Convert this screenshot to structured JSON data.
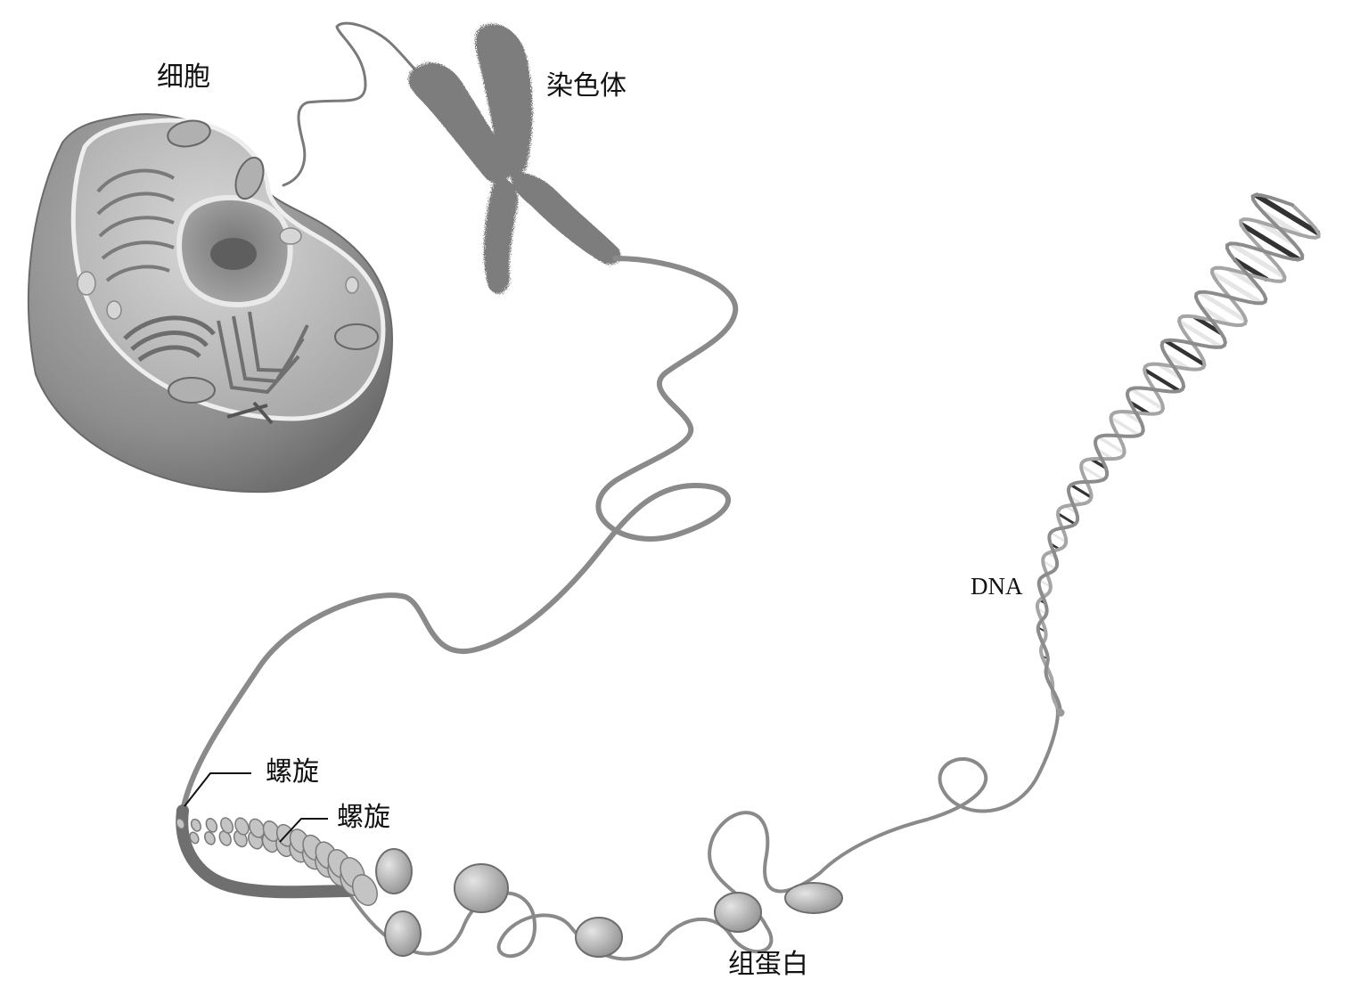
{
  "labels": {
    "cell": "细胞",
    "chromosome": "染色体",
    "dna": "DNA",
    "coil_outer": "螺旋",
    "coil_inner": "螺旋",
    "histone": "组蛋白"
  },
  "colors": {
    "fiber": "#8a8a8a",
    "fiber_edge": "#5a5a5a",
    "cell_outer": "#9a9a9a",
    "cell_inner": "#c9c9c9",
    "histone": "#b9b9b9",
    "dna_strand": "#8c8c8c",
    "dna_rung_dark": "#333333",
    "dna_rung_light": "#e6e6e6"
  }
}
